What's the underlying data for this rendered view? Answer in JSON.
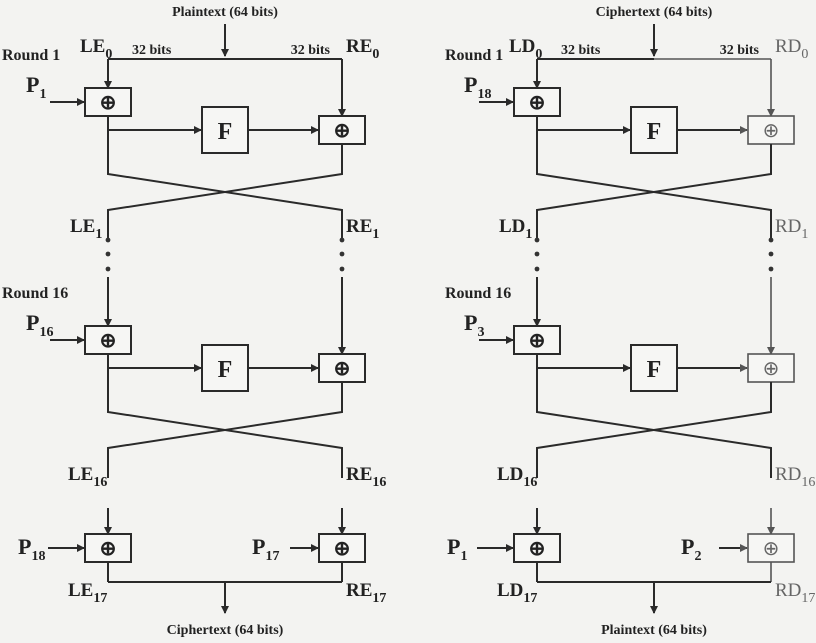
{
  "encryption": {
    "input_label": "Plaintext (64 bits)",
    "output_label": "Ciphertext (64 bits)",
    "left_half_label": "32 bits",
    "right_half_label": "32 bits",
    "round_first_label": "Round 1",
    "round_last_label": "Round 16",
    "function_label": "F",
    "xor_symbol": "⊕",
    "left_prefix": "LE",
    "right_prefix": "RE",
    "key_prefix": "P",
    "subscripts": {
      "L0": "0",
      "R0": "0",
      "L1": "1",
      "R1": "1",
      "L16": "16",
      "R16": "16",
      "L17": "17",
      "R17": "17"
    },
    "keys": {
      "round_first": "1",
      "round_last": "16",
      "final_left": "18",
      "final_right": "17"
    }
  },
  "decryption": {
    "input_label": "Ciphertext (64 bits)",
    "output_label": "Plaintext (64 bits)",
    "left_half_label": "32 bits",
    "right_half_label": "32 bits",
    "round_first_label": "Round 1",
    "round_last_label": "Round 16",
    "function_label": "F",
    "xor_symbol": "⊕",
    "left_prefix": "LD",
    "right_prefix": "RD",
    "key_prefix": "P",
    "subscripts": {
      "L0": "0",
      "R0": "0",
      "L1": "1",
      "R1": "1",
      "L16": "16",
      "R16": "16",
      "L17": "17",
      "R17": "17"
    },
    "keys": {
      "round_first": "18",
      "round_last": "3",
      "final_left": "1",
      "final_right": "2"
    }
  }
}
